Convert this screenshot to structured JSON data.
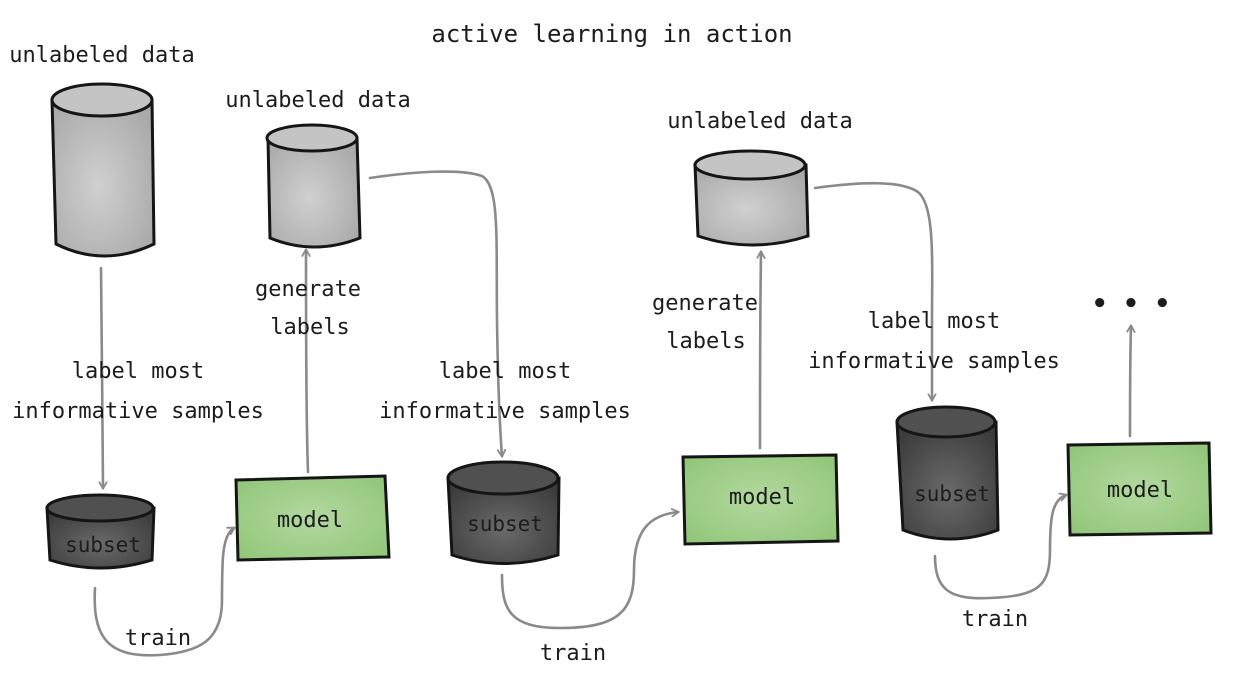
{
  "title": "active learning in action",
  "colors": {
    "unlabeled_fill": "#b5b5b5",
    "subset_fill": "#4a4a4a",
    "model_fill": "#9ccd86",
    "arrow": "#8a8a8a",
    "outline": "#151515"
  },
  "unlabeled_label": "unlabeled data",
  "subset_label": "subset",
  "model_label": "model",
  "edge_labels": {
    "label_line1": "label most",
    "label_line2": "informative samples",
    "train": "train",
    "generate_line1": "generate",
    "generate_line2": "labels"
  },
  "continuation": "• • •"
}
